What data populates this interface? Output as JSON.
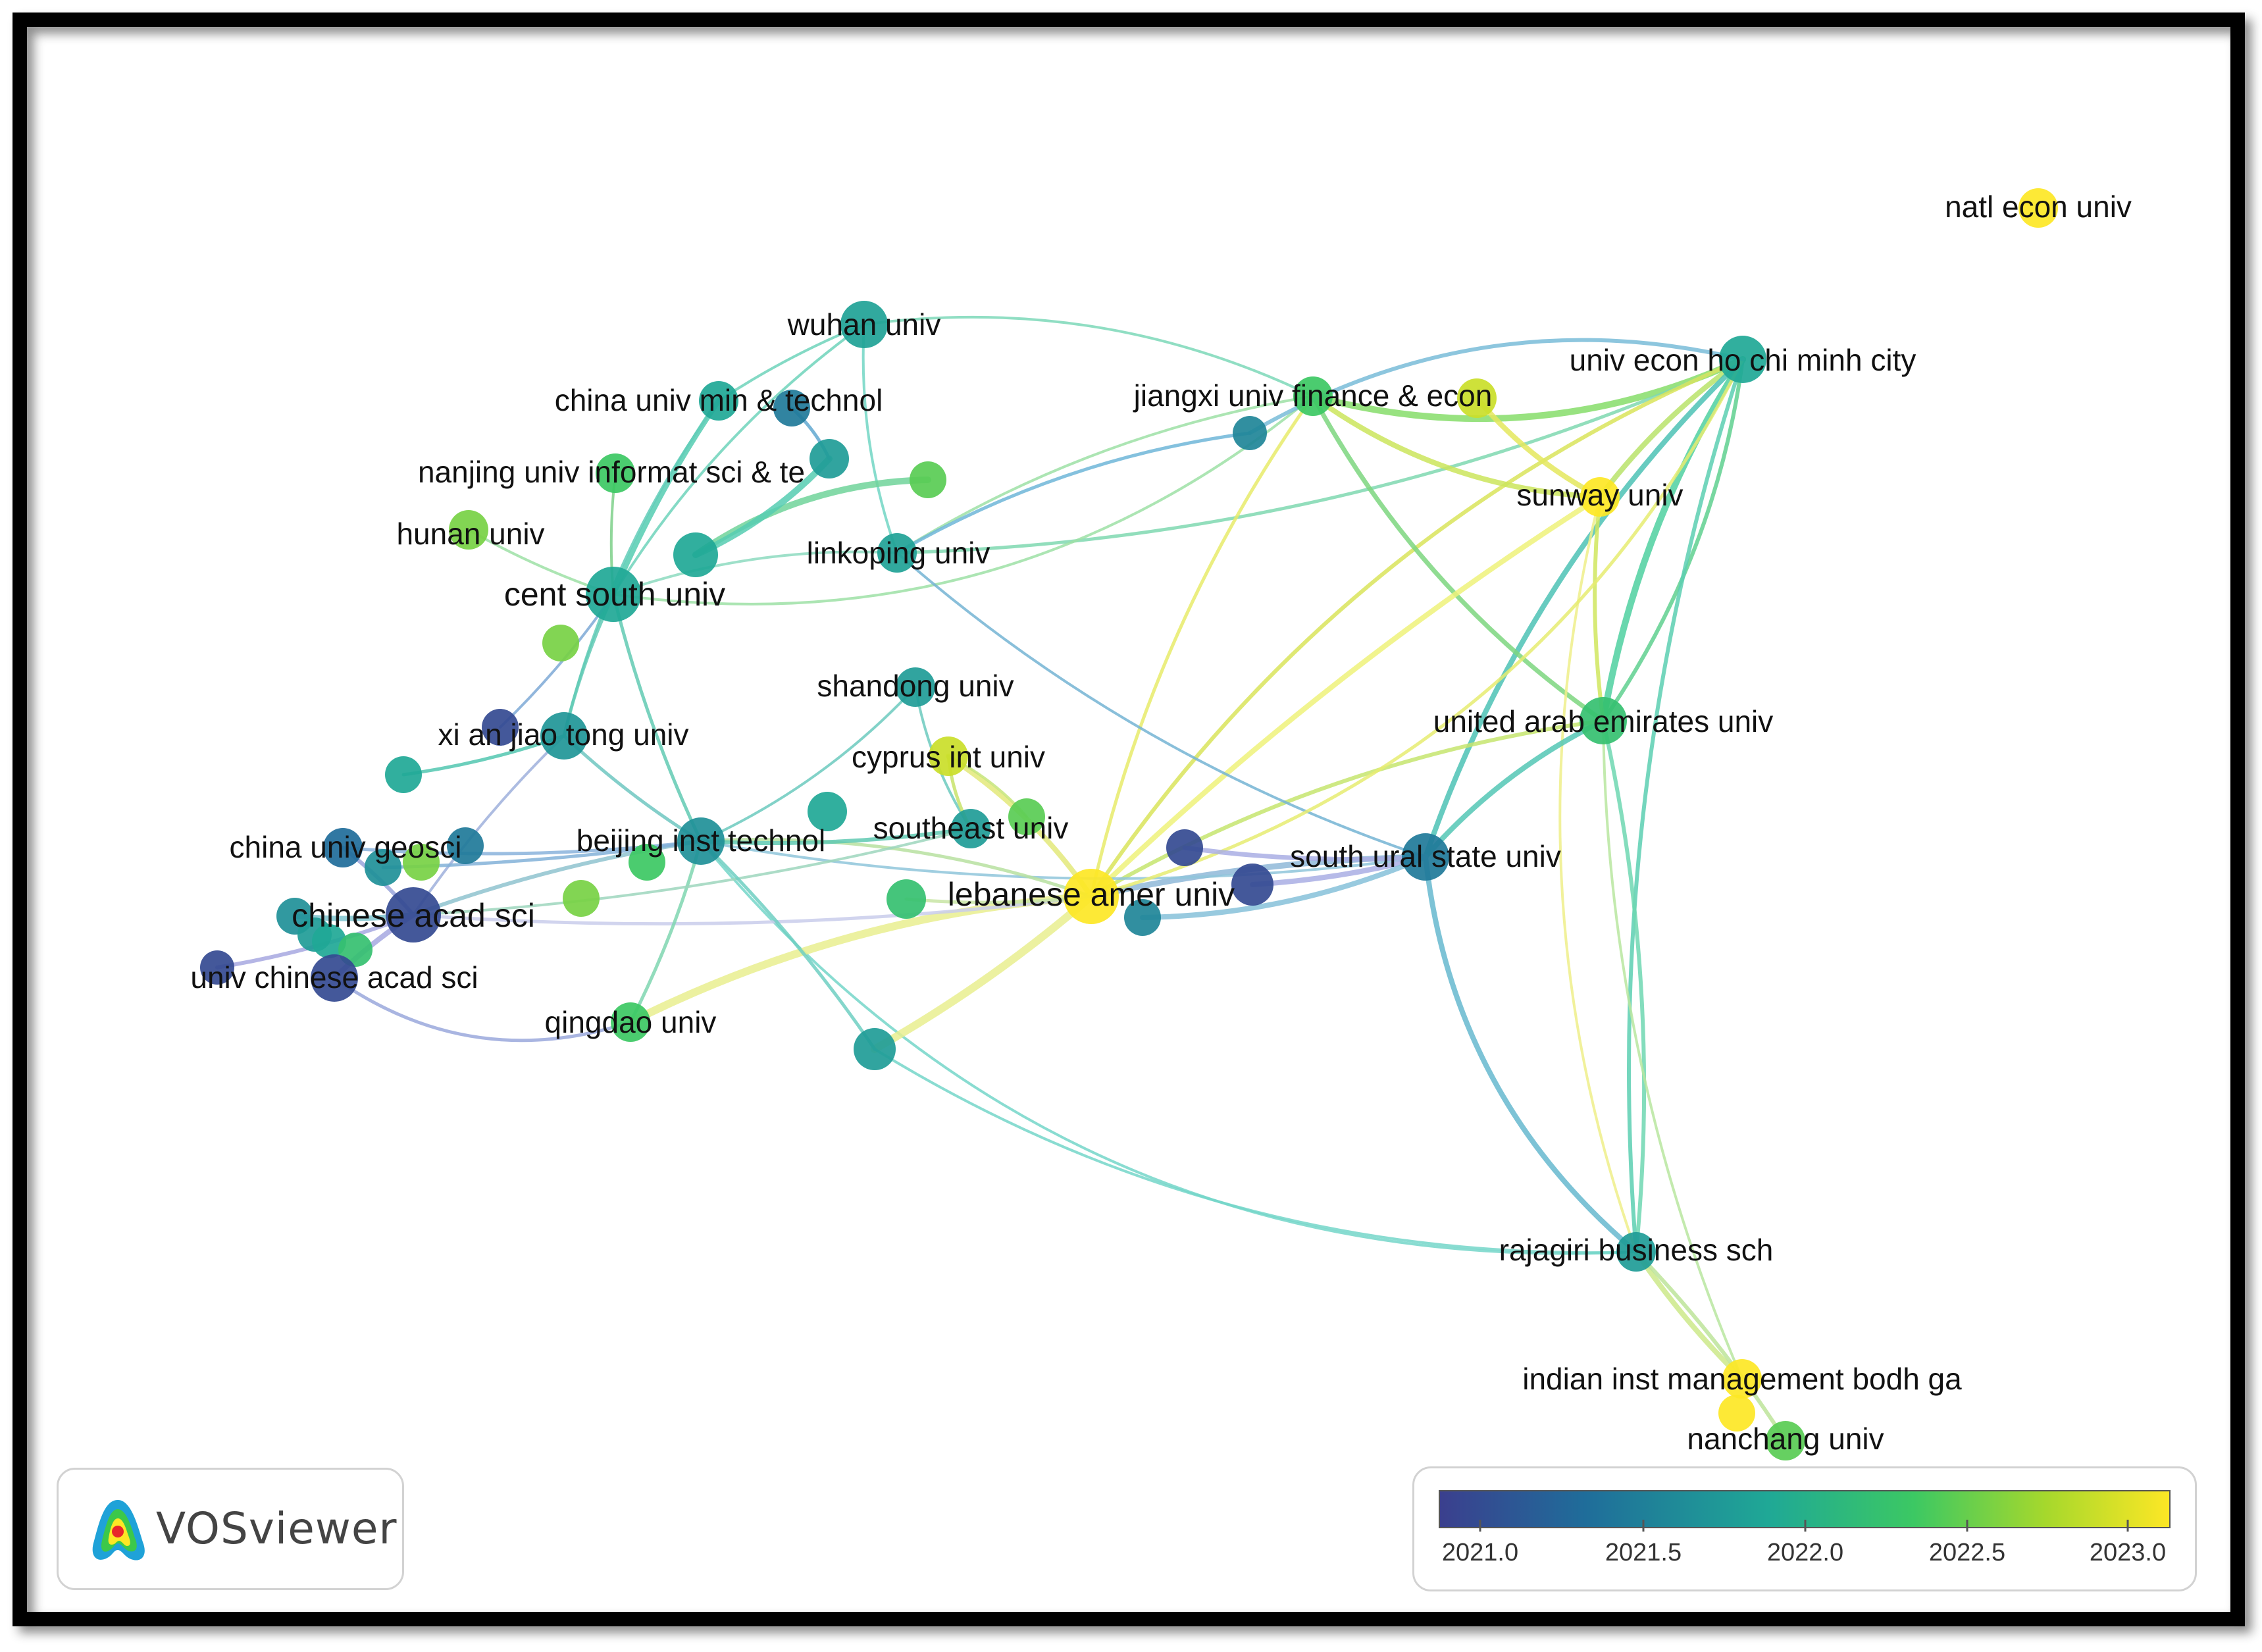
{
  "nodes": [
    {
      "id": "natl-econ-univ",
      "label": "natl econ univ",
      "year": 2023.0,
      "size": "small"
    },
    {
      "id": "wuhan-univ",
      "label": "wuhan univ",
      "year": 2021.85,
      "size": "medium"
    },
    {
      "id": "univ-econ-ho-chi-minh-city",
      "label": "univ econ ho chi minh city",
      "year": 2021.9,
      "size": "medium"
    },
    {
      "id": "china-univ-min-technol",
      "label": "china univ min & technol",
      "year": 2021.9,
      "size": "small"
    },
    {
      "id": "jiangxi-univ-finance-econ",
      "label": "jiangxi univ finance & econ",
      "year": 2022.3,
      "size": "small"
    },
    {
      "id": "nanjing-univ-informat-sci-te",
      "label": "nanjing univ informat sci & te",
      "year": 2022.3,
      "size": "small"
    },
    {
      "id": "sunway-univ",
      "label": "sunway univ",
      "year": 2023.0,
      "size": "small"
    },
    {
      "id": "hunan-univ",
      "label": "hunan univ",
      "year": 2022.5,
      "size": "small"
    },
    {
      "id": "linkoping-univ",
      "label": "linkoping univ",
      "year": 2021.85,
      "size": "small"
    },
    {
      "id": "cent-south-univ",
      "label": "cent south univ",
      "year": 2021.9,
      "size": "large"
    },
    {
      "id": "shandong-univ",
      "label": "shandong univ",
      "year": 2021.8,
      "size": "small"
    },
    {
      "id": "united-arab-emirates-univ",
      "label": "united arab emirates univ",
      "year": 2022.2,
      "size": "medium"
    },
    {
      "id": "xi-an-jiao-tong-univ",
      "label": "xi an jiao tong univ",
      "year": 2021.75,
      "size": "medium"
    },
    {
      "id": "cyprus-int-univ",
      "label": "cyprus int univ",
      "year": 2022.8,
      "size": "small"
    },
    {
      "id": "china-univ-geosci",
      "label": "china univ geosci",
      "year": 2021.4,
      "size": "small"
    },
    {
      "id": "beijing-inst-technol",
      "label": "beijing inst technol",
      "year": 2021.7,
      "size": "medium"
    },
    {
      "id": "southeast-univ",
      "label": "southeast univ",
      "year": 2021.8,
      "size": "small"
    },
    {
      "id": "south-ural-state-univ",
      "label": "south ural state univ",
      "year": 2021.5,
      "size": "medium"
    },
    {
      "id": "lebanese-amer-univ",
      "label": "lebanese amer univ",
      "year": 2023.0,
      "size": "large"
    },
    {
      "id": "chinese-acad-sci",
      "label": "chinese acad sci",
      "year": 2021.1,
      "size": "large"
    },
    {
      "id": "univ-chinese-acad-sci",
      "label": "univ chinese acad sci",
      "year": 2021.1,
      "size": "medium"
    },
    {
      "id": "qingdao-univ",
      "label": "qingdao univ",
      "year": 2022.3,
      "size": "small"
    },
    {
      "id": "rajagiri-business-sch",
      "label": "rajagiri business sch",
      "year": 2021.8,
      "size": "small"
    },
    {
      "id": "indian-inst-management-bodh-ga",
      "label": "indian inst management bodh ga",
      "year": 2023.0,
      "size": "small"
    },
    {
      "id": "nanchang-univ",
      "label": "nanchang univ",
      "year": 2022.4,
      "size": "small"
    }
  ],
  "legend": {
    "ticks": [
      "2021.0",
      "2021.5",
      "2022.0",
      "2022.5",
      "2023.0"
    ],
    "colors": [
      "#3b4a9a",
      "#1f7fa0",
      "#20b39a",
      "#3cc762",
      "#9ad62e",
      "#fde725"
    ]
  },
  "brand": {
    "name": "VOSviewer"
  }
}
